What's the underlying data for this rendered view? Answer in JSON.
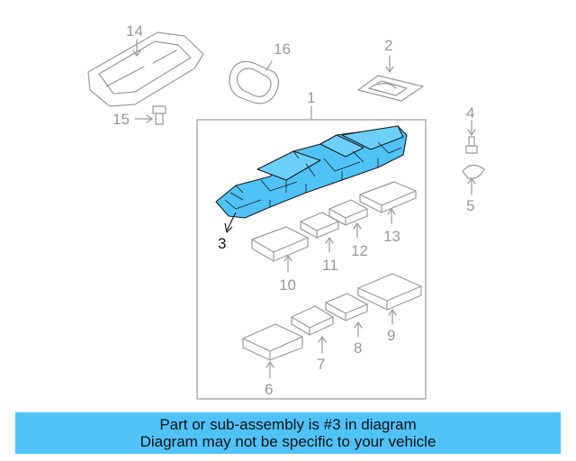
{
  "diagram": {
    "callouts": [
      "1",
      "2",
      "3",
      "4",
      "5",
      "6",
      "7",
      "8",
      "9",
      "10",
      "11",
      "12",
      "13",
      "14",
      "15",
      "16"
    ],
    "highlighted_part": "3",
    "highlight_color": "#4fc3f7",
    "line_color": "#9a9a9a"
  },
  "caption": {
    "line1": "Part or sub-assembly is #3 in diagram",
    "line2": "Diagram may not be specific to your vehicle"
  }
}
